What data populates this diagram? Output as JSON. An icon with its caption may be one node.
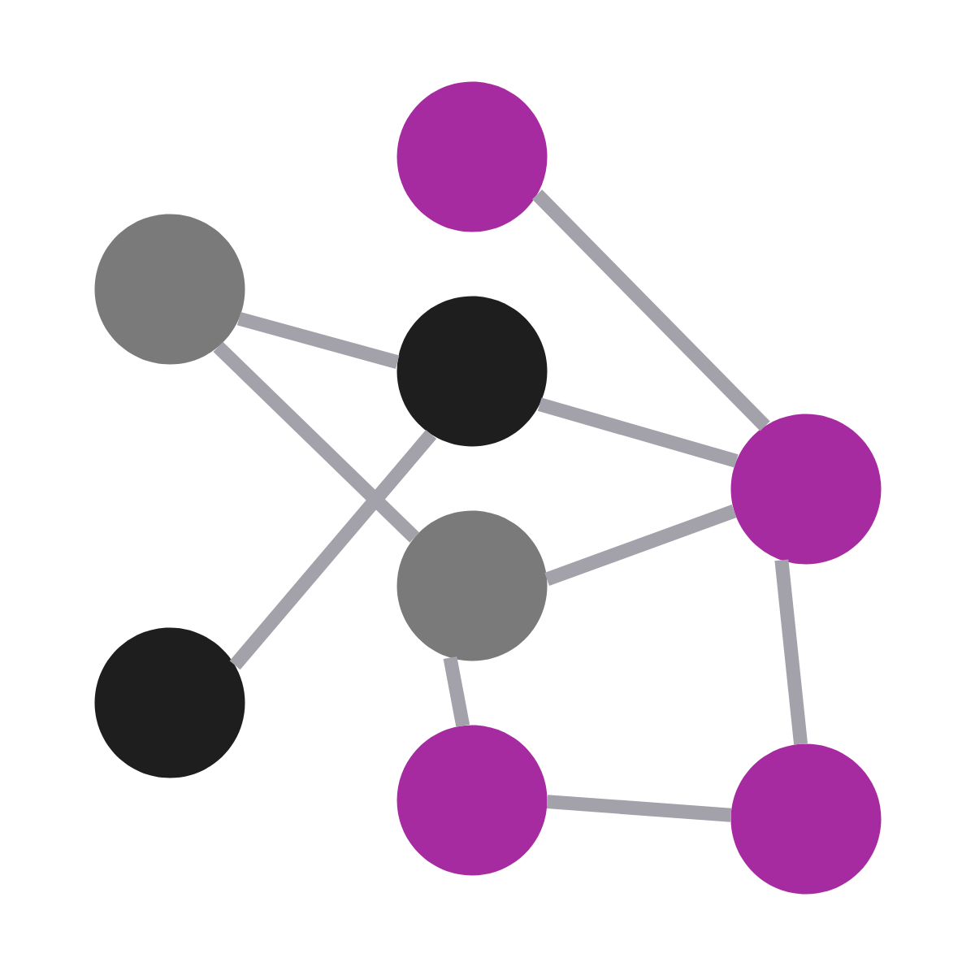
{
  "diagram": {
    "nodes": [
      {
        "text": [],
        "shape": "circle"
      },
      {
        "text": [],
        "shape": "circle"
      },
      {
        "text": [],
        "shape": "circle"
      },
      {
        "text": [],
        "shape": "circle"
      },
      {
        "text": [],
        "shape": "circle"
      },
      {
        "text": [],
        "shape": "circle"
      },
      {
        "text": [],
        "shape": "circle"
      },
      {
        "text": [],
        "shape": "circle"
      }
    ],
    "edges": [
      {
        "from": 0,
        "to": 3,
        "arrow": "none"
      },
      {
        "from": 1,
        "to": 2,
        "arrow": "none"
      },
      {
        "from": 1,
        "to": 4,
        "arrow": "none"
      },
      {
        "from": 2,
        "to": 3,
        "arrow": "none"
      },
      {
        "from": 2,
        "to": 5,
        "arrow": "none"
      },
      {
        "from": 4,
        "to": 3,
        "arrow": "none"
      },
      {
        "from": 4,
        "to": 6,
        "arrow": "none"
      },
      {
        "from": 3,
        "to": 7,
        "arrow": "none"
      },
      {
        "from": 6,
        "to": 7,
        "arrow": "none"
      }
    ]
  }
}
